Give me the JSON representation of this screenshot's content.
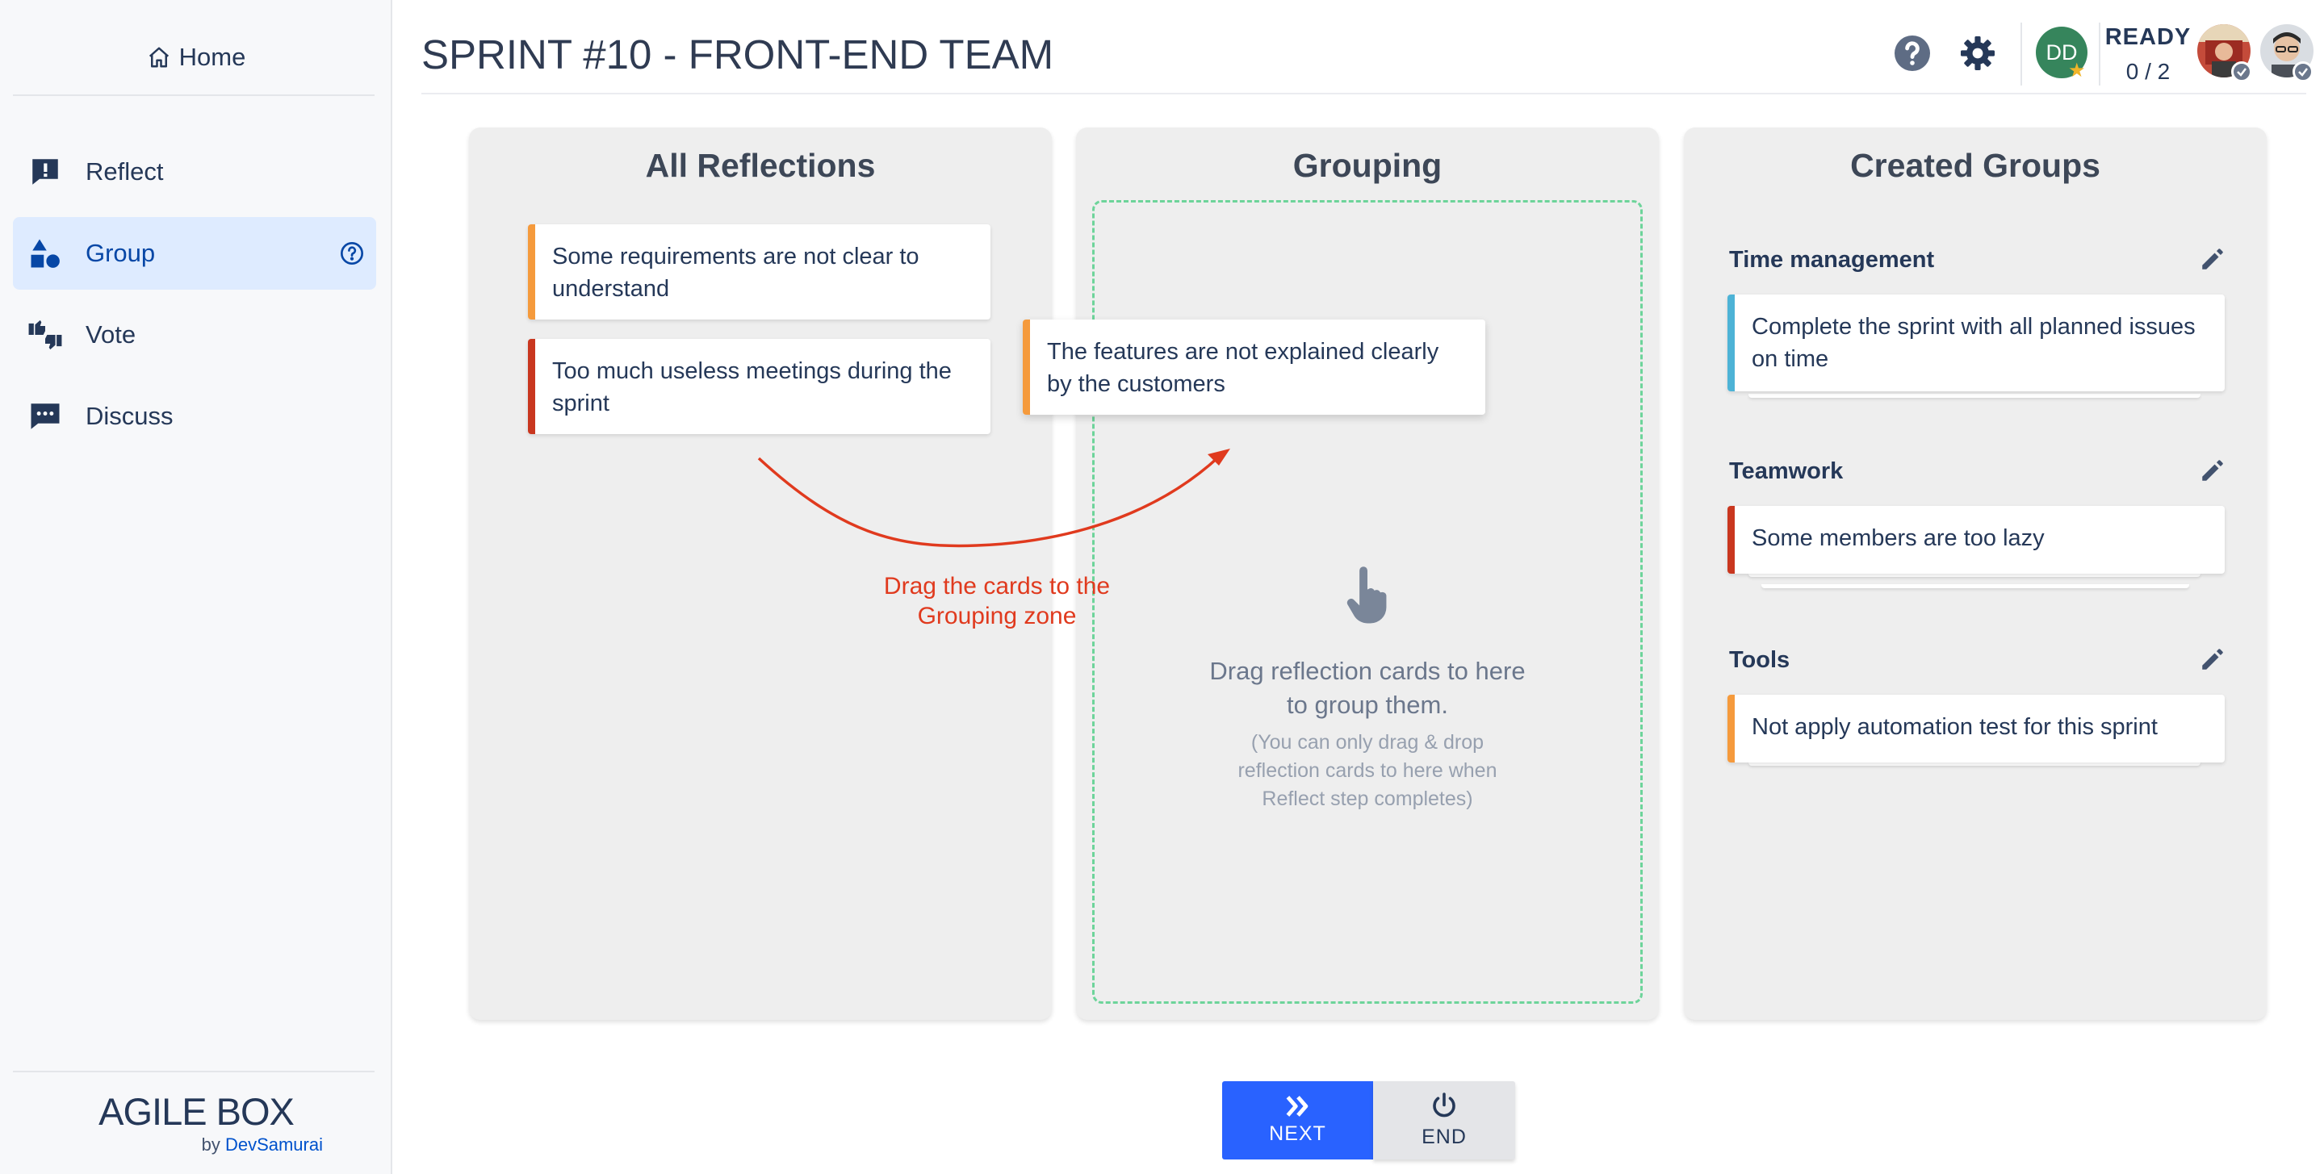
{
  "sidebar": {
    "home_label": "Home",
    "items": [
      {
        "label": "Reflect",
        "icon": "exclamation-comment-icon"
      },
      {
        "label": "Group",
        "icon": "shapes-icon",
        "active": true
      },
      {
        "label": "Vote",
        "icon": "thumbs-icon"
      },
      {
        "label": "Discuss",
        "icon": "chat-dots-icon"
      }
    ],
    "brand": {
      "title": "AGILE BOX",
      "by": "by",
      "company": "DevSamurai"
    }
  },
  "header": {
    "title": "SPRINT #10 - FRONT-END TEAM",
    "avatar_initials": "DD",
    "ready_label": "READY",
    "ready_count": "0 / 2"
  },
  "columns": {
    "reflections": {
      "title": "All Reflections",
      "cards": [
        {
          "text": "Some requirements are not clear to understand",
          "color": "#f59a3c"
        },
        {
          "text": "Too much useless meetings during the sprint",
          "color": "#c9371f"
        }
      ]
    },
    "grouping": {
      "title": "Grouping",
      "dragging_card": {
        "text": "The features are not explained clearly by the customers",
        "color": "#f59a3c"
      },
      "hint": "Drag reflection cards to here to group them.",
      "hint_sub": "(You can only drag & drop reflection cards to here when Reflect step completes)"
    },
    "groups": {
      "title": "Created Groups",
      "items": [
        {
          "name": "Time management",
          "card": "Complete the sprint with all planned issues on time",
          "color": "#4db3d6"
        },
        {
          "name": "Teamwork",
          "card": "Some members are too lazy",
          "color": "#c9371f"
        },
        {
          "name": "Tools",
          "card": "Not apply automation test for this sprint",
          "color": "#f59a3c"
        }
      ]
    }
  },
  "annotation": "Drag the cards to the Grouping zone",
  "buttons": {
    "next": "NEXT",
    "end": "END"
  },
  "colors": {
    "accent": "#2962ff",
    "drop_zone": "#6dd49a",
    "annotation": "#e03a1e"
  }
}
